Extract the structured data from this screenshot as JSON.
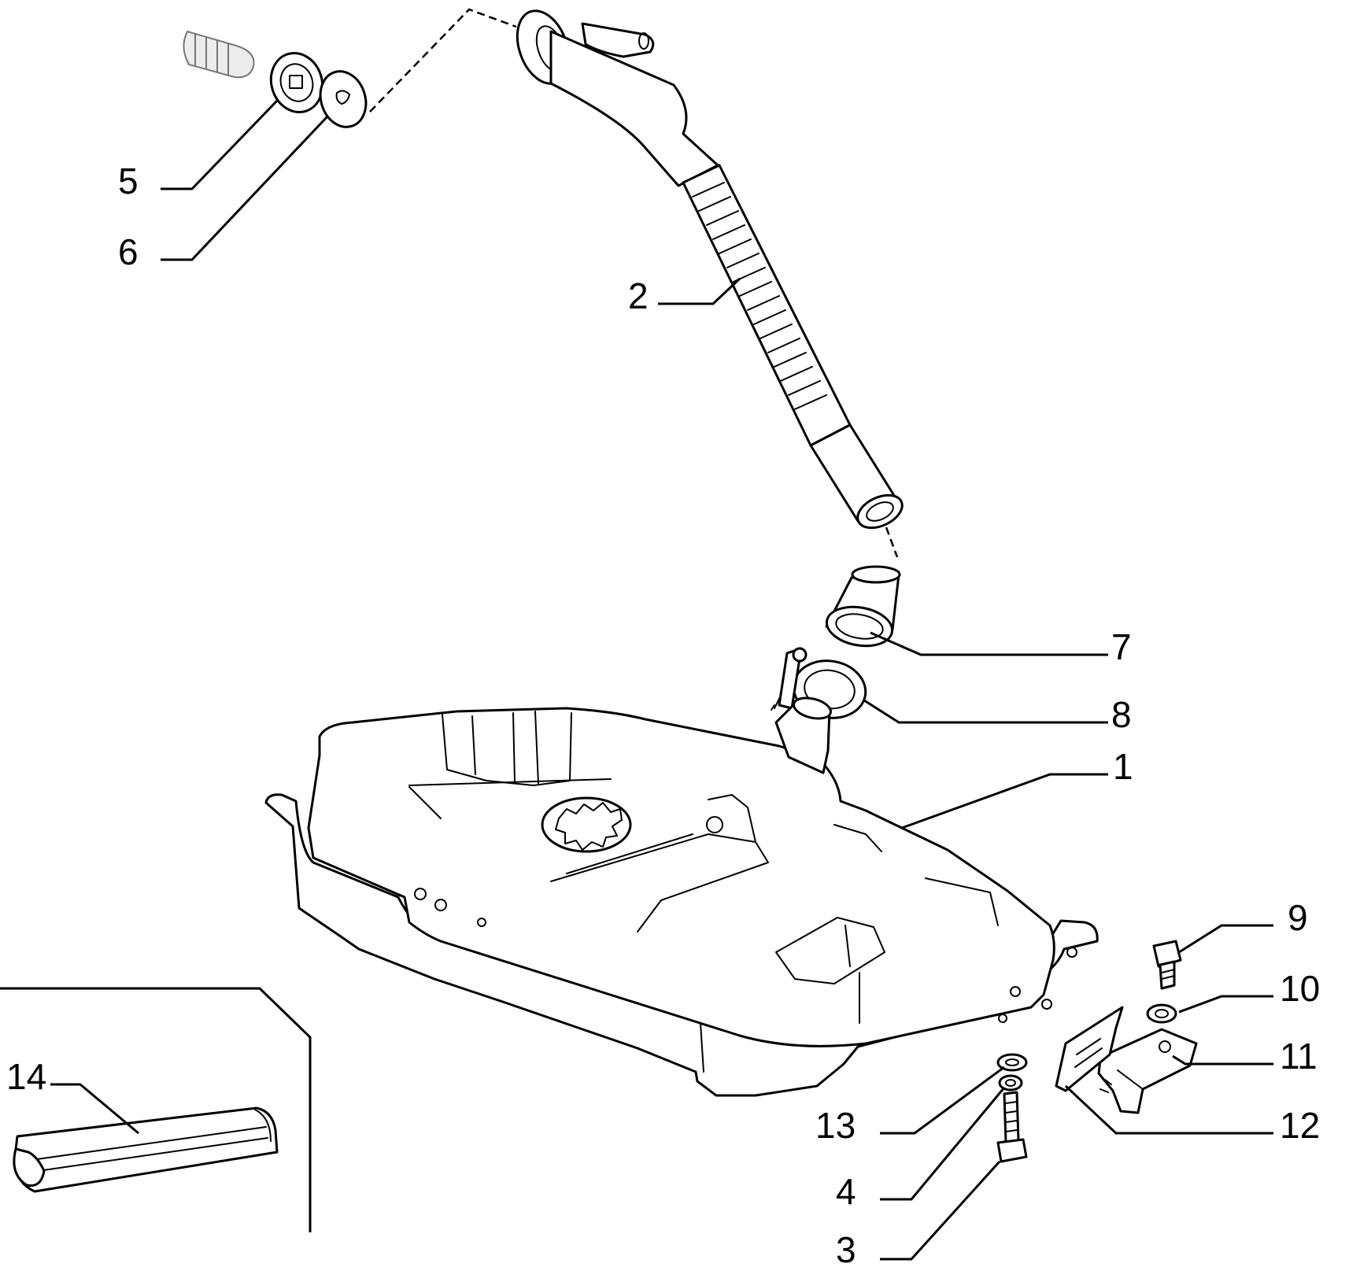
{
  "diagram": {
    "callouts": [
      {
        "id": "c5",
        "label": "5"
      },
      {
        "id": "c6",
        "label": "6"
      },
      {
        "id": "c2",
        "label": "2"
      },
      {
        "id": "c7",
        "label": "7"
      },
      {
        "id": "c8",
        "label": "8"
      },
      {
        "id": "c1",
        "label": "1"
      },
      {
        "id": "c9",
        "label": "9"
      },
      {
        "id": "c10",
        "label": "10"
      },
      {
        "id": "c11",
        "label": "11"
      },
      {
        "id": "c12",
        "label": "12"
      },
      {
        "id": "c13",
        "label": "13"
      },
      {
        "id": "c4",
        "label": "4"
      },
      {
        "id": "c3",
        "label": "3"
      },
      {
        "id": "c14",
        "label": "14"
      }
    ]
  }
}
